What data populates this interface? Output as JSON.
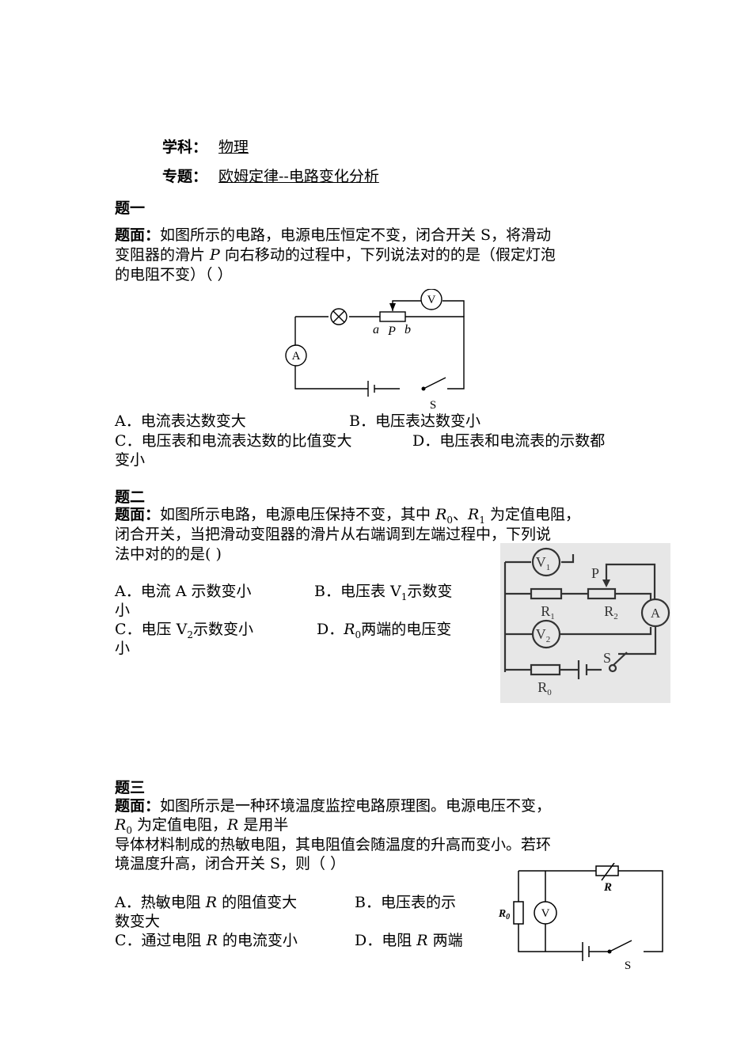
{
  "header": {
    "subject_label": "学科：",
    "subject_value": "物理",
    "topic_label": "专题：",
    "topic_value": "欧姆定律--电路变化分析"
  },
  "q1": {
    "title": "题一",
    "stem_label": "题面：",
    "stem_l1": "如图所示的电路，电源电压恒定不变，闭合开关 S，将滑动",
    "stem_l2a": "变阻器的滑片 ",
    "stem_l2p": "P",
    "stem_l2b": " 向右移动的过程中，下列说法对的的是（假定灯泡",
    "stem_l3": "的电阻不变）（    ）",
    "fig": {
      "a": "a",
      "p": "P",
      "b": "b",
      "v": "V",
      "amm": "A",
      "s": "S"
    },
    "opt_a": "A．电流表达数变大",
    "opt_b": "B．电压表达数变小",
    "opt_c": "C．电压表和电流表达数的比值变大",
    "opt_d": "D．电压表和电流表的示数都",
    "opt_d2": "变小"
  },
  "q2": {
    "title": "题二",
    "stem_label": "题面：",
    "stem_l1a": "如图所示电路，电源电压保持不变，其中 ",
    "r": "R",
    "sub0": "0",
    "sub1": "1",
    "sep": "、",
    "stem_l1b": " 为定值电阻，",
    "stem_l2": "闭合开关，当把滑动变阻器的滑片从右端调到左端过程中，下列说",
    "stem_l3": "法中对的的是(    )",
    "opt_a": "A．电流 A 示数变小",
    "opt_b": "B．电压表 V",
    "opt_b_sub": "1",
    "opt_b_end": "示数变",
    "opt_b2": "小",
    "opt_c": "C．电压 V",
    "opt_c_sub": "2",
    "opt_c_end": "示数变小",
    "opt_d_pre": "D．",
    "opt_d_end": "两端的电压变",
    "opt_d2": "小",
    "fig": {
      "v1": "V",
      "v1s": "1",
      "v2": "V",
      "v2s": "2",
      "p": "P",
      "r1": "R",
      "r1s": "1",
      "r2": "R",
      "r2s": "2",
      "amm": "A",
      "s": "S",
      "r0": "R",
      "r0s": "0"
    }
  },
  "q3": {
    "title": "题三",
    "stem_label": "题面：",
    "stem_l1": "如图所示是一种环境温度监控电路原理图。电源电压不变，",
    "stem_l2a": "R",
    "stem_l2sub": "0",
    "stem_l2b": " 为定值电阻，",
    "stem_l2r": "R",
    "stem_l2c": " 是用半",
    "stem_l3": "导体材料制成的热敏电阻，其电阻值会随温度的升高而变小。若环",
    "stem_l4": "境温度升高，闭合开关 S，则（    ）",
    "opt_a_pre": "A．热敏电阻 ",
    "opt_a_r": "R",
    "opt_a_end": " 的阻值变大",
    "opt_b": "B．电压表的示",
    "opt_b2": "数变大",
    "opt_c_pre": "C．通过电阻 ",
    "opt_c_r": "R",
    "opt_c_end": " 的电流变小",
    "opt_d_pre": "D．电阻 ",
    "opt_d_r": "R",
    "opt_d_end": " 两端",
    "fig": {
      "r": "R",
      "r0": "R",
      "r0s": "0",
      "v": "V",
      "s": "S"
    }
  }
}
